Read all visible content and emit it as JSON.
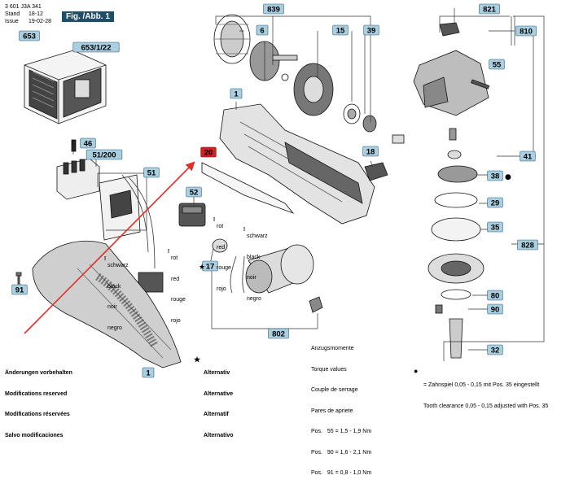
{
  "header": {
    "doc_number": "3 601 J3A 341",
    "stand_label": "Stand",
    "stand_value": "18-12",
    "issue_label": "Issue",
    "issue_value": "19-02-28",
    "fig_label": "Fig. /Abb. 1"
  },
  "colors": {
    "label_fill": "#a9cfe0",
    "label_stroke": "#2a5c7a",
    "highlight_fill": "#d32020",
    "arrow_color": "#e0302a"
  },
  "labels": [
    {
      "id": "653",
      "text": "653"
    },
    {
      "id": "653-1-22",
      "text": "653/1/22"
    },
    {
      "id": "46",
      "text": "46"
    },
    {
      "id": "51-200",
      "text": "51/200"
    },
    {
      "id": "51",
      "text": "51"
    },
    {
      "id": "52",
      "text": "52"
    },
    {
      "id": "91",
      "text": "91"
    },
    {
      "id": "1-bottom",
      "text": "1"
    },
    {
      "id": "17",
      "text": "17"
    },
    {
      "id": "802",
      "text": "802"
    },
    {
      "id": "1-top",
      "text": "1"
    },
    {
      "id": "20",
      "text": "20",
      "highlight": true
    },
    {
      "id": "18",
      "text": "18"
    },
    {
      "id": "839",
      "text": "839"
    },
    {
      "id": "6",
      "text": "6"
    },
    {
      "id": "15",
      "text": "15"
    },
    {
      "id": "39",
      "text": "39"
    },
    {
      "id": "821",
      "text": "821"
    },
    {
      "id": "810",
      "text": "810"
    },
    {
      "id": "55",
      "text": "55"
    },
    {
      "id": "41",
      "text": "41"
    },
    {
      "id": "38",
      "text": "38"
    },
    {
      "id": "29",
      "text": "29"
    },
    {
      "id": "35",
      "text": "35"
    },
    {
      "id": "828",
      "text": "828"
    },
    {
      "id": "80",
      "text": "80"
    },
    {
      "id": "90",
      "text": "90"
    },
    {
      "id": "32",
      "text": "32"
    }
  ],
  "wire_colors_left": {
    "mark": "!",
    "lines": [
      "schwarz",
      "black",
      "noir",
      "negro"
    ]
  },
  "wire_colors_mid": {
    "mark": "!",
    "lines": [
      "rot",
      "red",
      "rouge",
      "rojo"
    ]
  },
  "wire_colors_right": {
    "mark": "!",
    "lines": [
      "schwarz",
      "black",
      "noir",
      "negro"
    ]
  },
  "wire_colors_lower": {
    "mark": "!",
    "lines": [
      "rot",
      "red",
      "rouge",
      "rojo"
    ]
  },
  "footer_left": [
    "Änderungen vorbehalten",
    "Modifications reserved",
    "Modifications réservées",
    "Salvo modificaciones"
  ],
  "footer_alt": {
    "mark": "★",
    "lines": [
      "Alternativ",
      "Alternative",
      "Alternatif",
      "Alternativo"
    ]
  },
  "torque": {
    "lines": [
      "Anzugsmomente",
      "Torque values",
      "Couple de serrage",
      "Pares de apriete"
    ],
    "rows": [
      {
        "pos": "Pos.",
        "num": "55",
        "val": "= 1,5 - 1,9 Nm"
      },
      {
        "pos": "Pos.",
        "num": "90",
        "val": "= 1,6 - 2,1 Nm"
      },
      {
        "pos": "Pos.",
        "num": "91",
        "val": "= 0,8 - 1,0 Nm"
      }
    ]
  },
  "clearance_note": {
    "mark": "●",
    "line1": "= Zahnspiel 0,05 - 0,15 mit Pos. 35 eingestellt",
    "line2": "Tooth clearance 0,05 - 0,15 adjusted with Pos. 35"
  }
}
